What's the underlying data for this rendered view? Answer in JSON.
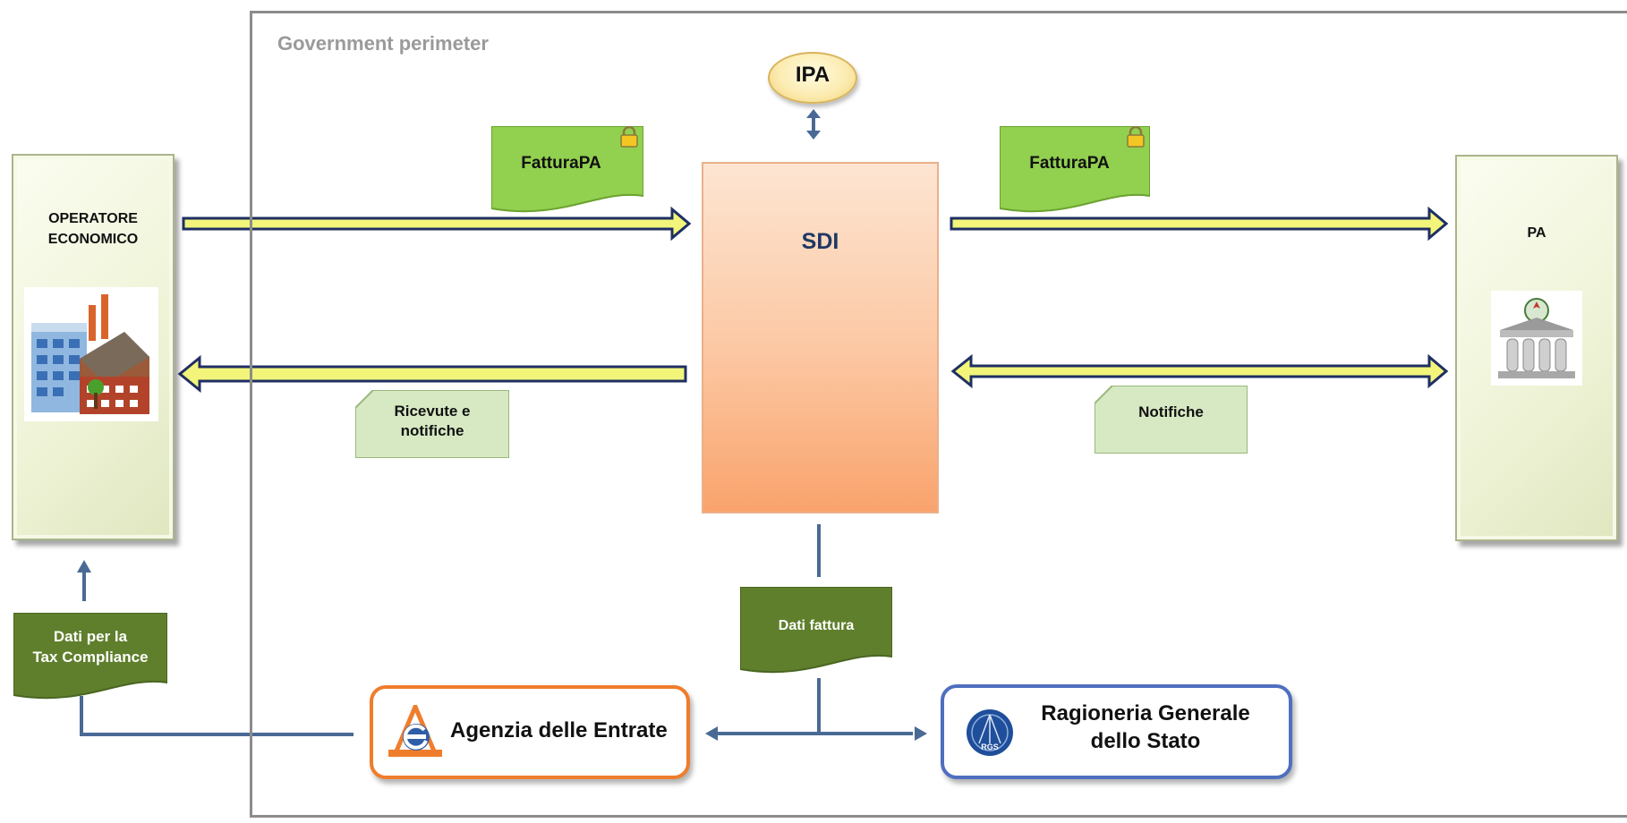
{
  "diagram": {
    "perimeter_label": "Government perimeter",
    "ipa_label": "IPA",
    "sdi_label": "SDI",
    "operatore_label": "OPERATORE\nECONOMICO",
    "pa_label": "PA",
    "fattura_left_label": "FatturaPA",
    "fattura_right_label": "FatturaPA",
    "ricevute_label": "Ricevute e\nnotifiche",
    "notifiche_label": "Notifiche",
    "dati_fattura_label": "Dati fattura",
    "dati_tax_label": "Dati per la\nTax Compliance",
    "agenzia_label": "Agenzia delle Entrate",
    "rgs_label": "Ragioneria Generale\ndello Stato",
    "rgs_logo_text": "RGS",
    "colors": {
      "arrow_fill": "#f2f57a",
      "arrow_outline": "#1f2f63",
      "connector": "#4a6a95",
      "invoice_doc": "#92d050",
      "notice_doc": "#d7e9c3",
      "data_doc": "#5f7f2c",
      "agenzia_border": "#ef7d2c",
      "rgs_border": "#4f6fc0"
    }
  }
}
